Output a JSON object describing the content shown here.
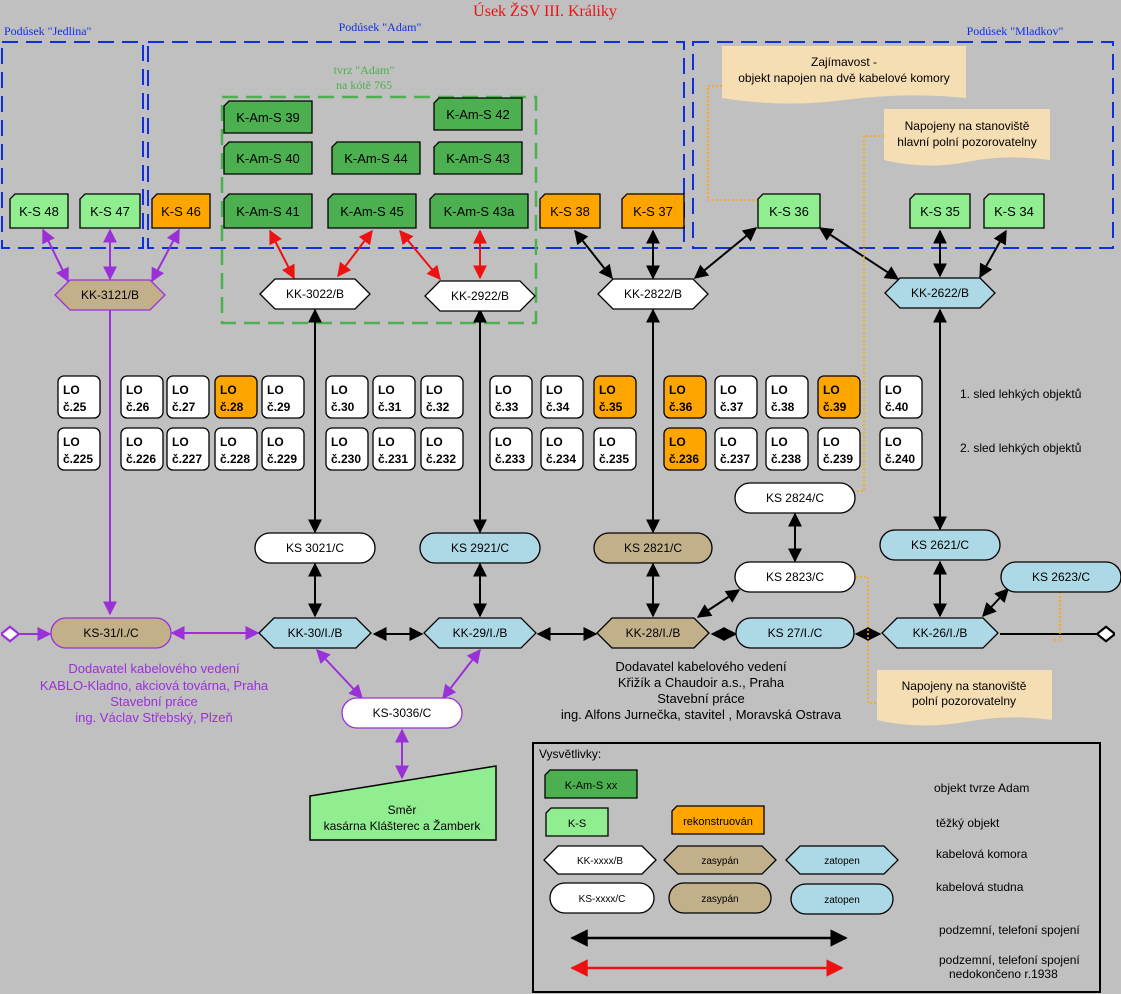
{
  "title": "Úsek ŽSV III. Králiky",
  "subsectors": {
    "jedlina": "Podúsek \"Jedlina\"",
    "adam": "Podúsek \"Adam\"",
    "mladkov": "Podúsek \"Mladkov\""
  },
  "fort_label": [
    "tvrz \"Adam\"",
    "na kótě 765"
  ],
  "fort_objects": [
    "K-Am-S 39",
    "K-Am-S 42",
    "K-Am-S 40",
    "K-Am-S 44",
    "K-Am-S 43",
    "K-Am-S 41",
    "K-Am-S 45",
    "K-Am-S 43a"
  ],
  "heavy_objects": [
    "K-S 48",
    "K-S 47",
    "K-S 46",
    "K-S 38",
    "K-S 37",
    "K-S 36",
    "K-S 35",
    "K-S 34"
  ],
  "cable_chambers_top": [
    "KK-3121/B",
    "KK-3022/B",
    "KK-2922/B",
    "KK-2822/B",
    "KK-2622/B"
  ],
  "lo_row1": [
    "LO č.25",
    "LO č.26",
    "LO č.27",
    "LO č.28",
    "LO č.29",
    "LO č.30",
    "LO č.31",
    "LO č.32",
    "LO č.33",
    "LO č.34",
    "LO č.35",
    "LO č.36",
    "LO č.37",
    "LO č.38",
    "LO č.39",
    "LO č.40"
  ],
  "lo_row2": [
    "LO č.225",
    "LO č.226",
    "LO č.227",
    "LO č.228",
    "LO č.229",
    "LO č.230",
    "LO č.231",
    "LO č.232",
    "LO č.233",
    "LO č.234",
    "LO č.235",
    "LO č.236",
    "LO č.237",
    "LO č.238",
    "LO č.239",
    "LO č.240"
  ],
  "sled1": "1. sled lehkých objektů",
  "sled2": "2. sled lehkých objektů",
  "wells": [
    "KS 3021/C",
    "KS 2921/C",
    "KS 2821/C",
    "KS 2824/C",
    "KS 2823/C",
    "KS 2621/C",
    "KS 2623/C"
  ],
  "main_line": [
    "KS-31/I./C",
    "KK-30/I./B",
    "KK-29/I./B",
    "KK-28/I./B",
    "KS 27/I./C",
    "KK-26/I./B"
  ],
  "ks3036": "KS-3036/C",
  "direction": [
    "Směr",
    "kasárna Klášterec a Žamberk"
  ],
  "notes": {
    "zajimavost": [
      "Zajímavost -",
      "objekt napojen na dvě kabelové komory"
    ],
    "hpp": [
      "Napojeny na stanoviště",
      "hlavní polní pozorovatelny"
    ],
    "pp": [
      "Napojeny na stanoviště",
      "polní pozorovatelny"
    ]
  },
  "supplier_left": [
    "Dodavatel kabelového vedení",
    "KABLO-Kladno, akciová továrna, Praha",
    "Stavební práce",
    "ing. Václav Střebský, Plzeň"
  ],
  "supplier_right": [
    "Dodavatel kabelového vedení",
    "Křižík a Chaudoir a.s., Praha",
    "Stavební práce",
    "ing. Alfons Jurnečka, stavitel , Moravská Ostrava"
  ],
  "legend": {
    "title": "Vysvětlivky:",
    "fort_sample": "K-Am-S xx",
    "fort_desc": "objekt tvrze Adam",
    "ks_sample": "K-S",
    "rek_sample": "rekonstruován",
    "heavy_desc": "těžký objekt",
    "kk_sample": "KK-xxxx/B",
    "zasypan": "zasypán",
    "zatopen": "zatopen",
    "kk_desc": "kabelová komora",
    "ksw_sample": "KS-xxxx/C",
    "ks_desc": "kabelová studna",
    "line_desc": "podzemní, telefoní spojení",
    "red_desc": [
      "podzemní, telefoní spojení",
      "nedokončeno r.1938"
    ]
  },
  "colors": {
    "fort": "#4caf50",
    "heavy": "#90ee90",
    "reconstructed": "#ffa500",
    "buried": "#c2b08a",
    "flooded": "#add8e6",
    "purple": "#9b30d8",
    "red": "#ee1111",
    "green_dash": "#4caf50",
    "blue_dash": "#1030e0",
    "note": "#f5deb3"
  }
}
